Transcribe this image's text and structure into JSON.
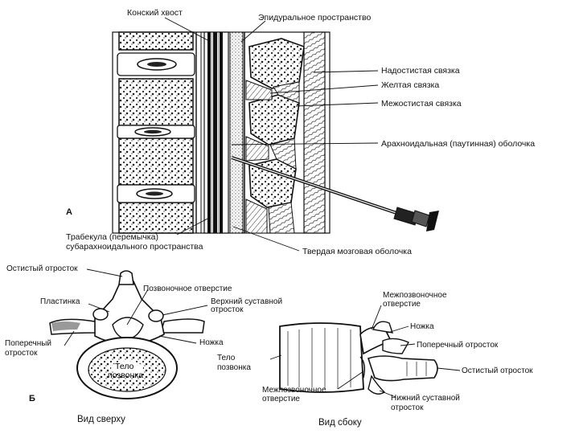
{
  "figure_a": {
    "letter": "А",
    "labels": {
      "cauda_equina": "Конский хвост",
      "epidural_space": "Эпидуральное пространство",
      "supraspinous_ligament": "Надостистая связка",
      "yellow_ligament": "Желтая связка",
      "interspinous_ligament": "Межостистая связка",
      "arachnoid": "Арахноидальная (паутинная) оболочка",
      "trabecula_line1": "Трабекула (перемычка)",
      "trabecula_line2": "субарахноидального пространства",
      "dura_mater": "Твердая мозговая оболочка"
    }
  },
  "figure_b": {
    "letter": "Б",
    "top_view": {
      "caption": "Вид сверху",
      "labels": {
        "spinous_process": "Остистый отросток",
        "lamina": "Пластинка",
        "vertebral_foramen": "Позвоночное отверстие",
        "superior_articular_line1": "Верхний суставной",
        "superior_articular_line2": "отросток",
        "transverse_line1": "Поперечный",
        "transverse_line2": "отросток",
        "pedicle": "Ножка",
        "body_line1": "Тело",
        "body_line2": "позвонка"
      }
    },
    "side_view": {
      "caption": "Вид сбоку",
      "labels": {
        "intervertebral_foramen_top_line1": "Межпозвоночное",
        "intervertebral_foramen_top_line2": "отверстие",
        "pedicle": "Ножка",
        "transverse_process": "Поперечный отросток",
        "body_line1": "Тело",
        "body_line2": "позвонка",
        "spinous_process": "Остистый отросток",
        "intervertebral_foramen_bottom_line1": "Межпозвоночное",
        "intervertebral_foramen_bottom_line2": "отверстие",
        "inferior_articular_line1": "Нижний суставной",
        "inferior_articular_line2": "отросток"
      }
    }
  }
}
